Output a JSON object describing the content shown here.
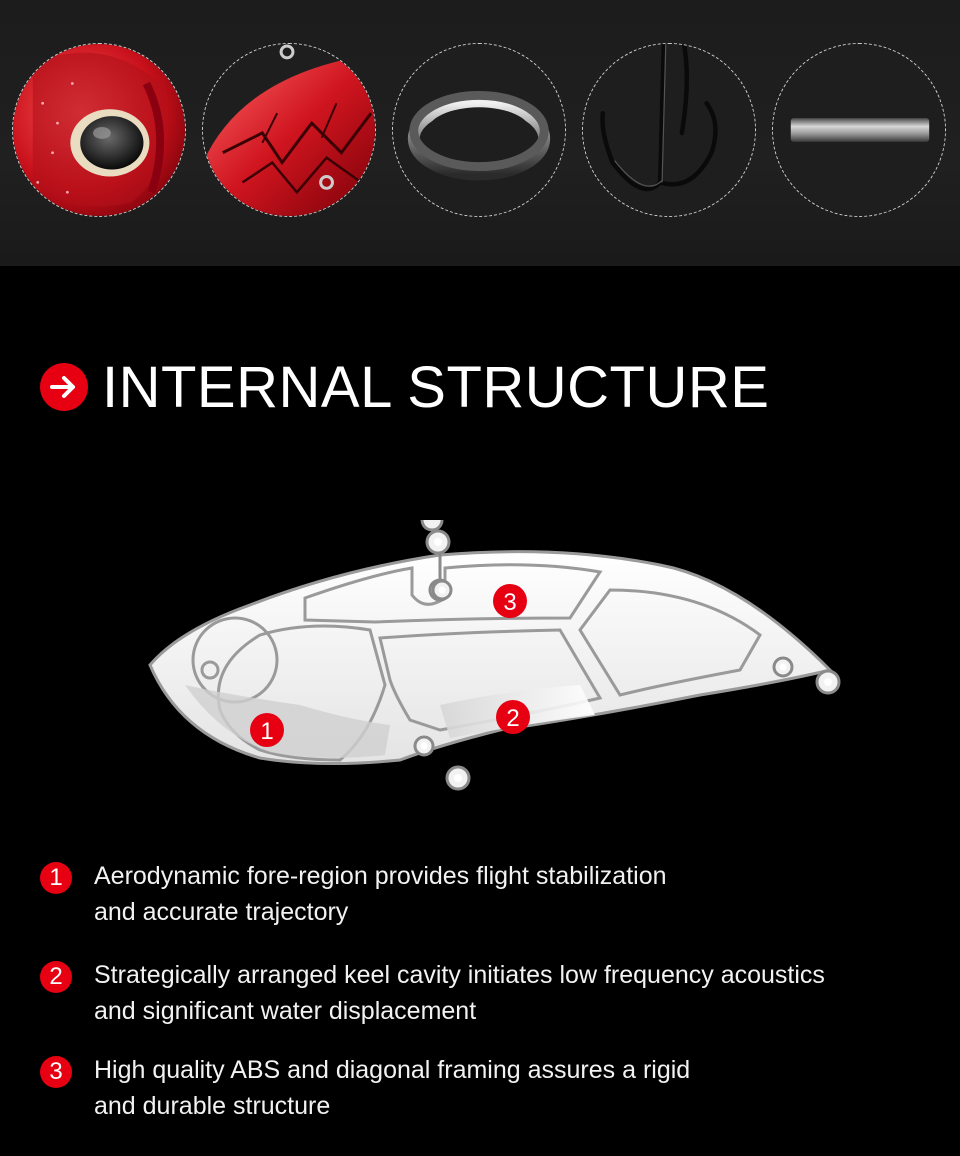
{
  "details": [
    {
      "name": "eye-detail"
    },
    {
      "name": "body-detail"
    },
    {
      "name": "split-ring"
    },
    {
      "name": "treble-hook"
    },
    {
      "name": "rattle-tube"
    }
  ],
  "heading": {
    "title": "INTERNAL STRUCTURE"
  },
  "diagram": {
    "markers": [
      "1",
      "2",
      "3"
    ]
  },
  "features": [
    {
      "number": "1",
      "line1": "Aerodynamic fore-region provides flight stabilization",
      "line2": "and accurate trajectory"
    },
    {
      "number": "2",
      "line1": "Strategically arranged keel cavity initiates low frequency acoustics",
      "line2": "and significant water displacement"
    },
    {
      "number": "3",
      "line1": "High quality ABS and diagonal framing assures a rigid",
      "line2": "and durable structure"
    }
  ],
  "colors": {
    "accent": "#e60012",
    "background": "#000000",
    "band": "#1e1e1e"
  }
}
